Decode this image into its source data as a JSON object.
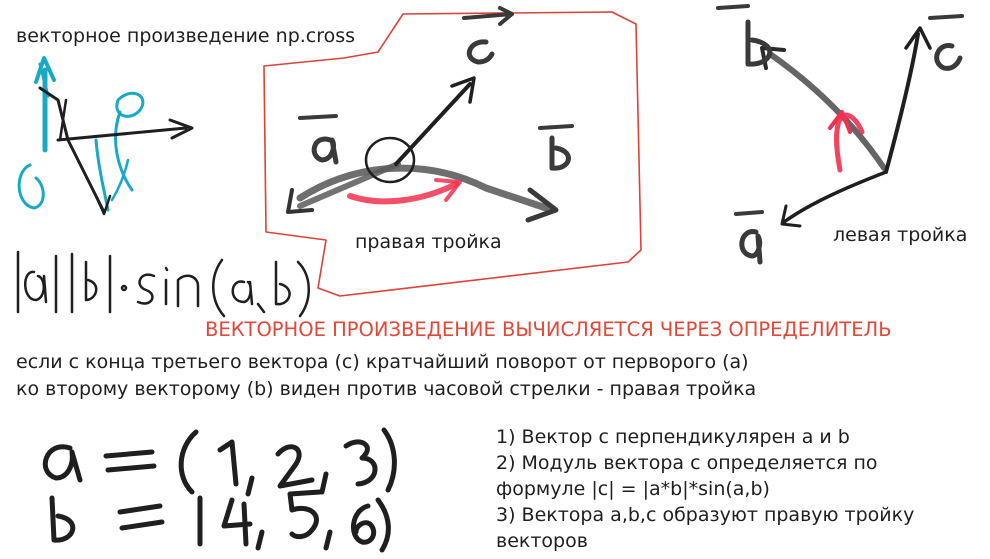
{
  "note": {
    "title": "векторное произведение  np.cross",
    "right_triple_label": "правая тройка",
    "left_triple_label": "левая тройка",
    "heading": "ВЕКТОРНОЕ ПРОИЗВЕДЕНИЕ ВЫЧИСЛЯЕТСЯ ЧЕРЕЗ ОПРЕДЕЛИТЕЛЬ",
    "rule_lines": [
      "если с конца третьего вектора (с) кратчайший поворот от перворого (а)",
      "ко второму векторому (b) виден против часовой стрелки - правая тройка"
    ],
    "properties": [
      "1) Вектор с перпендикулярен a и b",
      "2) Модуль вектора с определяется по",
      "формуле |c| = |a*b|*sin(a,b)",
      "3) Вектора a,b,c образуют правую тройку",
      "векторов"
    ]
  },
  "colors": {
    "ink_dark": "#1f1f1f",
    "ink_grey": "#555555",
    "ink_red": "#e0483a",
    "ink_cyan": "#18a9c4",
    "ink_pink": "#f0304f",
    "frame_red": "#d9433a"
  }
}
